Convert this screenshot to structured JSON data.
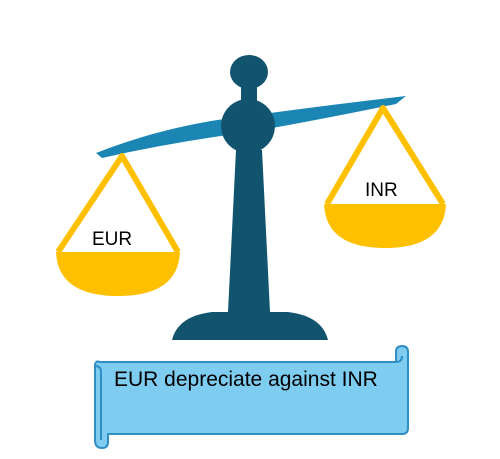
{
  "diagram": {
    "left_pan_label": "EUR",
    "right_pan_label": "INR",
    "banner_text": "EUR depreciate against INR"
  },
  "colors": {
    "scale_body": "#12546e",
    "beam": "#1b86b3",
    "pan_fill": "#ffc000",
    "pan_rope": "#ffc000",
    "banner_fill": "#7ecdf0",
    "banner_outline": "#2f8fc4"
  }
}
